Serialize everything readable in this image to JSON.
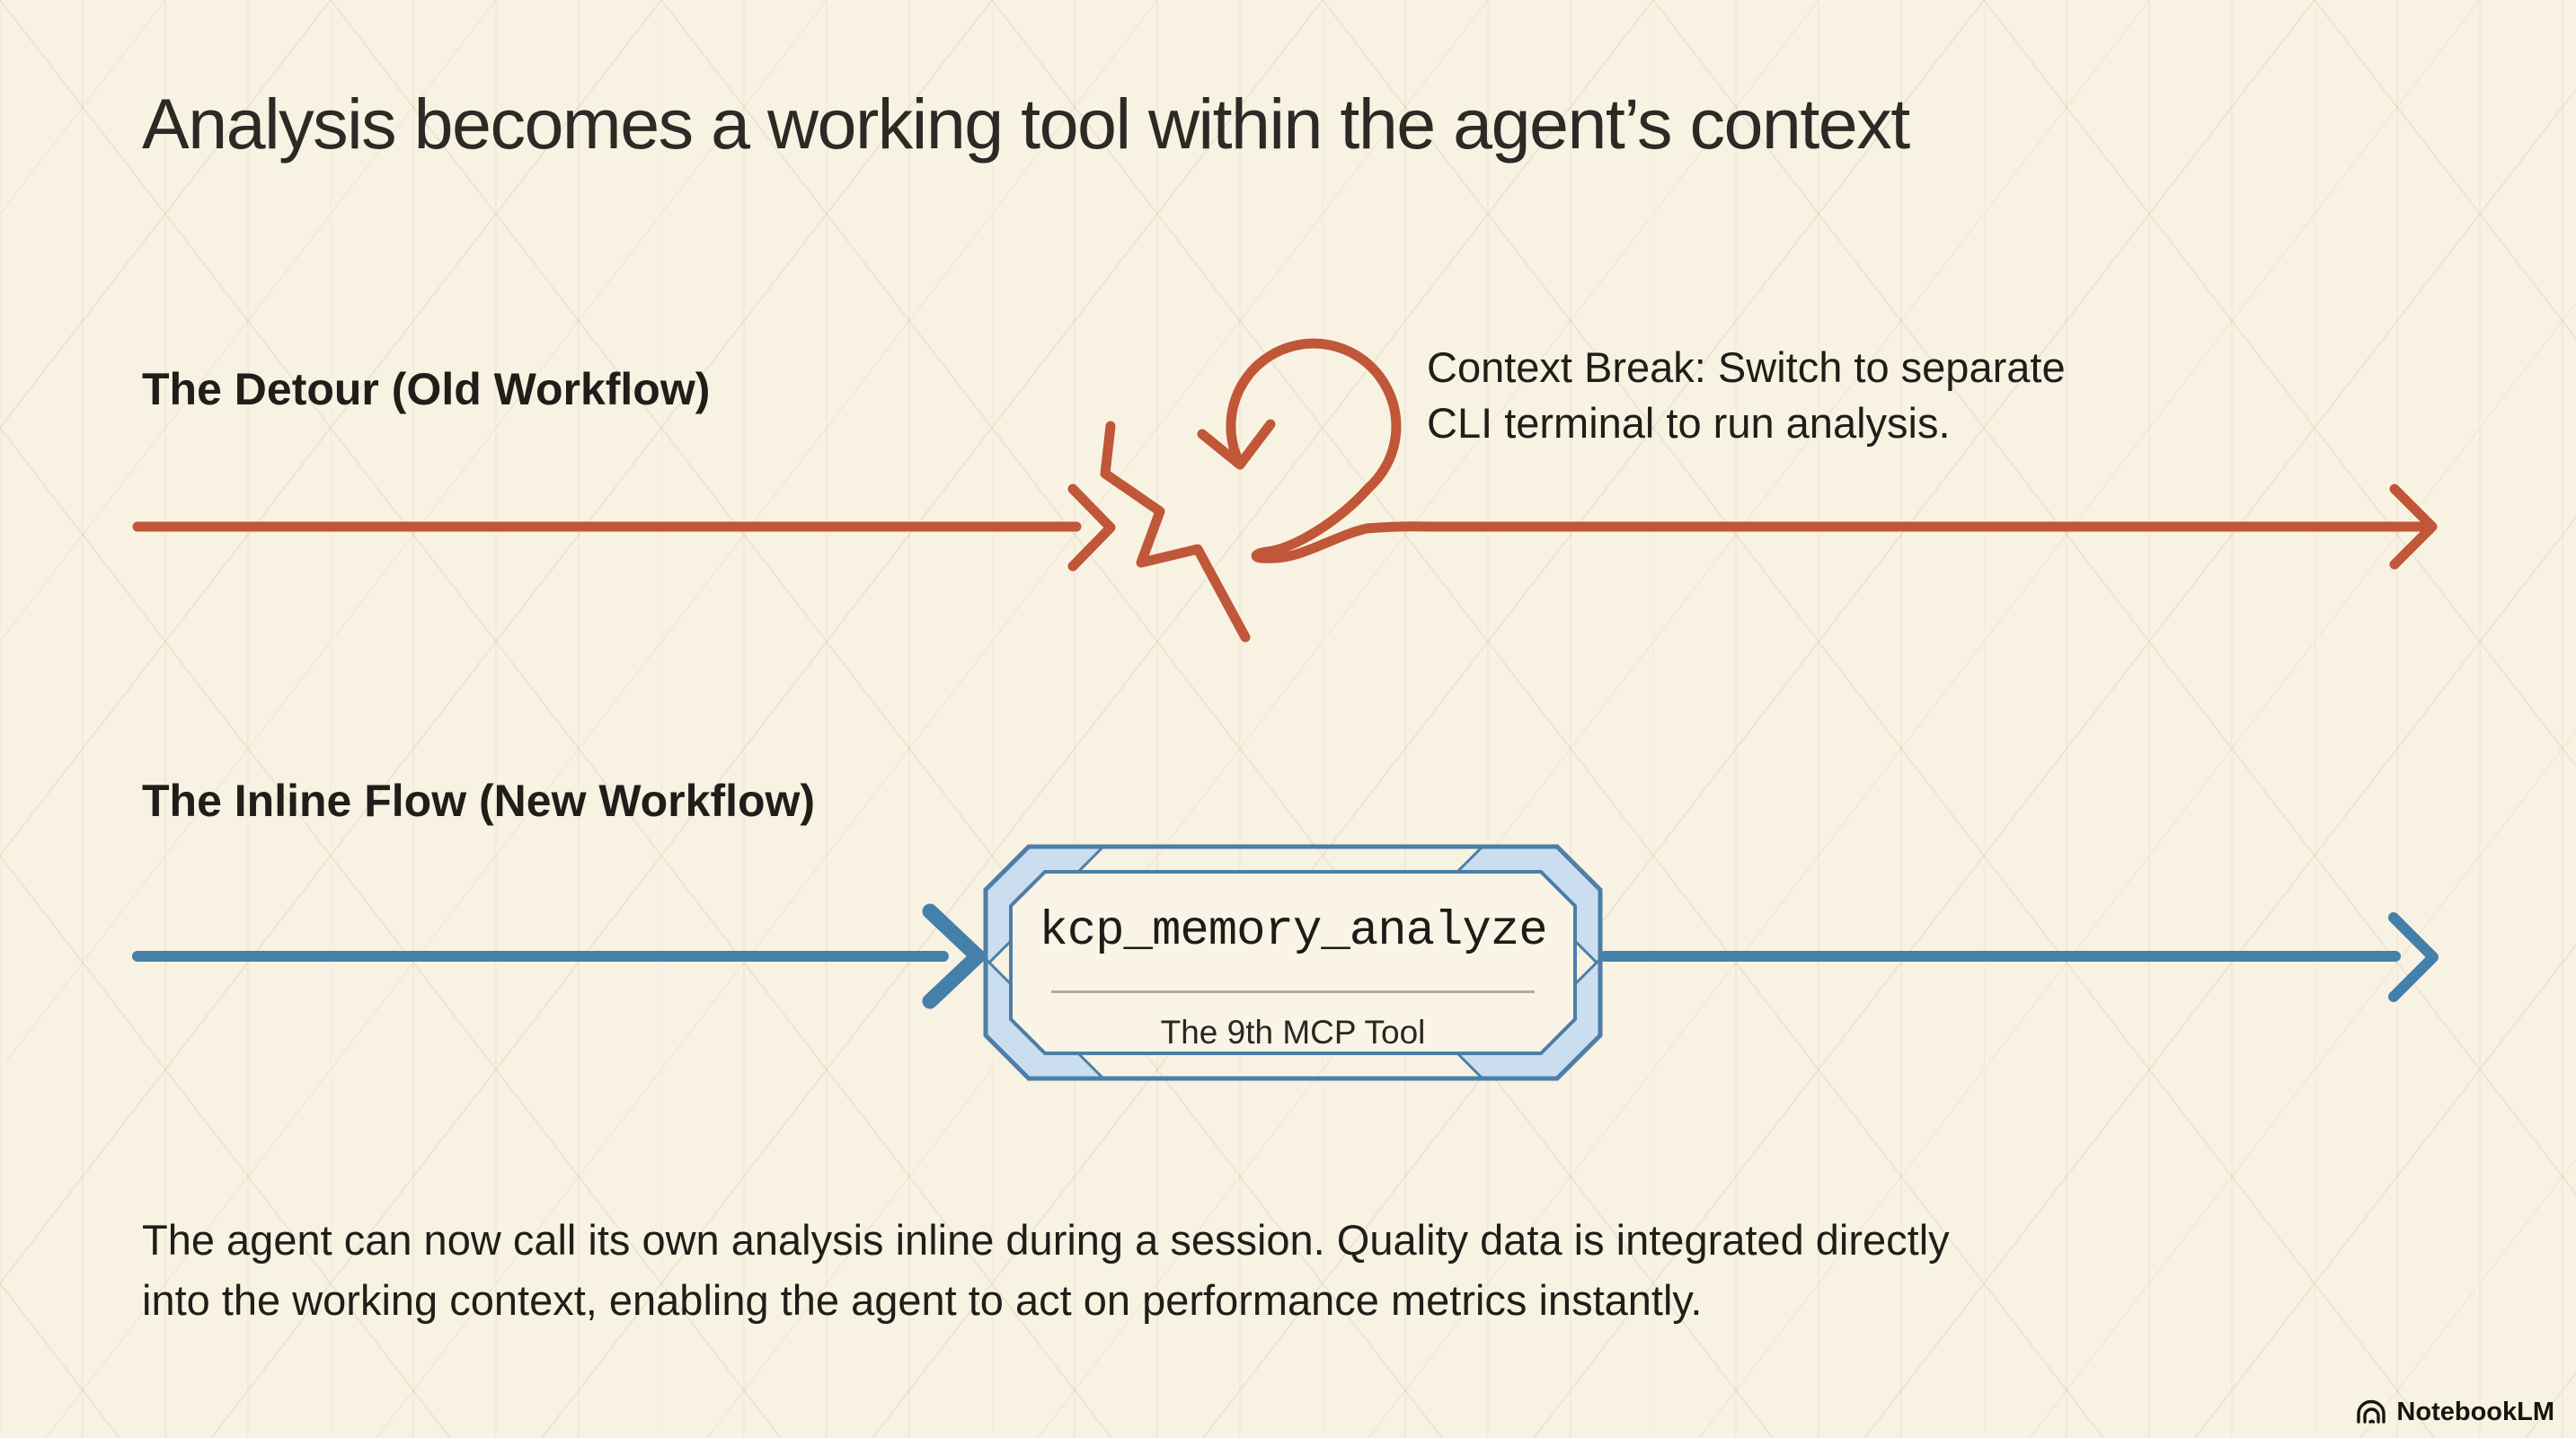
{
  "slide": {
    "title": "Analysis becomes a working tool within the agent’s context",
    "old_workflow": {
      "label": "The Detour (Old Workflow)",
      "annotation": "Context Break: Switch to separate\nCLI terminal to run analysis."
    },
    "new_workflow": {
      "label": "The Inline Flow (New Workflow)",
      "tool_name": "kcp_memory_analyze",
      "tool_subtitle": "The 9th MCP Tool"
    },
    "summary": "The agent can now call its own analysis inline during a session. Quality data is integrated directly\ninto the working context, enabling the agent to act on performance metrics instantly.",
    "watermark": "NotebookLM"
  },
  "colors": {
    "background": "#f8f2e3",
    "old_flow_accent": "#bf5738",
    "new_flow_accent": "#4480a9",
    "frame_border": "#4d7ea7",
    "frame_corner_fill": "#cbdeef",
    "frame_inner_fill": "#faf4e6",
    "text_primary": "#1f1e19"
  }
}
